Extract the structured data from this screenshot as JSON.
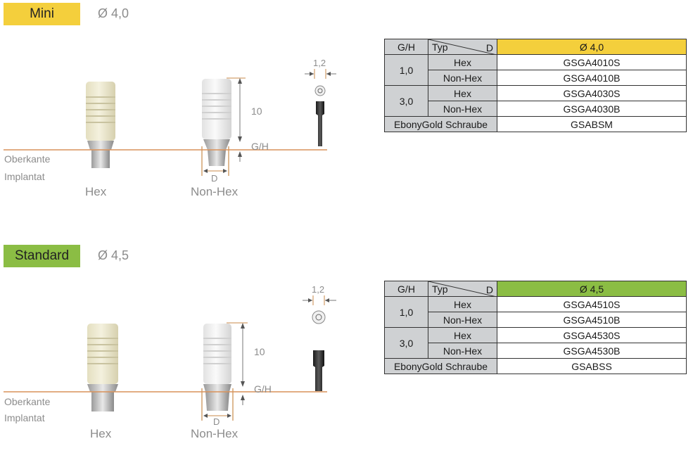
{
  "sections": [
    {
      "name": "Mini",
      "diameter": "Ø 4,0",
      "color": "#f4cf3c",
      "labels": {
        "hex": "Hex",
        "nonhex": "Non-Hex",
        "oberkante": "Oberkante",
        "implantat": "Implantat",
        "height": "10",
        "gh": "G/H",
        "d": "D",
        "screw_dim": "1,2"
      },
      "table": {
        "col_gh": "G/H",
        "col_typ": "Typ",
        "col_d": "D",
        "col_size": "Ø 4,0",
        "rows": [
          {
            "gh": "1,0",
            "type": "Hex",
            "code": "GSGA4010S"
          },
          {
            "gh": "",
            "type": "Non-Hex",
            "code": "GSGA4010B"
          },
          {
            "gh": "3,0",
            "type": "Hex",
            "code": "GSGA4030S"
          },
          {
            "gh": "",
            "type": "Non-Hex",
            "code": "GSGA4030B"
          }
        ],
        "screw_label": "EbonyGold Schraube",
        "screw_code": "GSABSM"
      }
    },
    {
      "name": "Standard",
      "diameter": "Ø 4,5",
      "color": "#8bbd44",
      "labels": {
        "hex": "Hex",
        "nonhex": "Non-Hex",
        "oberkante": "Oberkante",
        "implantat": "Implantat",
        "height": "10",
        "gh": "G/H",
        "d": "D",
        "screw_dim": "1,2"
      },
      "table": {
        "col_gh": "G/H",
        "col_typ": "Typ",
        "col_d": "D",
        "col_size": "Ø 4,5",
        "rows": [
          {
            "gh": "1,0",
            "type": "Hex",
            "code": "GSGA4510S"
          },
          {
            "gh": "",
            "type": "Non-Hex",
            "code": "GSGA4510B"
          },
          {
            "gh": "3,0",
            "type": "Hex",
            "code": "GSGA4530S"
          },
          {
            "gh": "",
            "type": "Non-Hex",
            "code": "GSGA4530B"
          }
        ],
        "screw_label": "EbonyGold Schraube",
        "screw_code": "GSABSS"
      }
    }
  ]
}
